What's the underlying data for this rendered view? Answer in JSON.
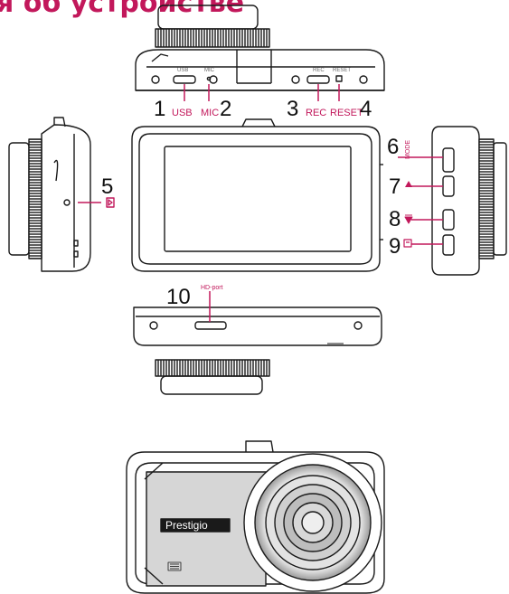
{
  "title": "я об устройстве",
  "callouts": [
    {
      "number": "1",
      "label": "USB"
    },
    {
      "number": "2",
      "label": "MIC"
    },
    {
      "number": "3",
      "label": "REC"
    },
    {
      "number": "4",
      "label": "RESET"
    },
    {
      "number": "5",
      "label": ""
    },
    {
      "number": "6",
      "label": "MODE"
    },
    {
      "number": "7",
      "label": ""
    },
    {
      "number": "8",
      "label": ""
    },
    {
      "number": "9",
      "label": ""
    },
    {
      "number": "10",
      "label": "HD-port"
    }
  ],
  "device_labels": {
    "usb": "USB",
    "mic": "MIC",
    "rec": "REC",
    "reset": "RESET"
  },
  "brand": "Prestigio",
  "colors": {
    "accent": "#c2185b",
    "line": "#1a1a1a"
  }
}
